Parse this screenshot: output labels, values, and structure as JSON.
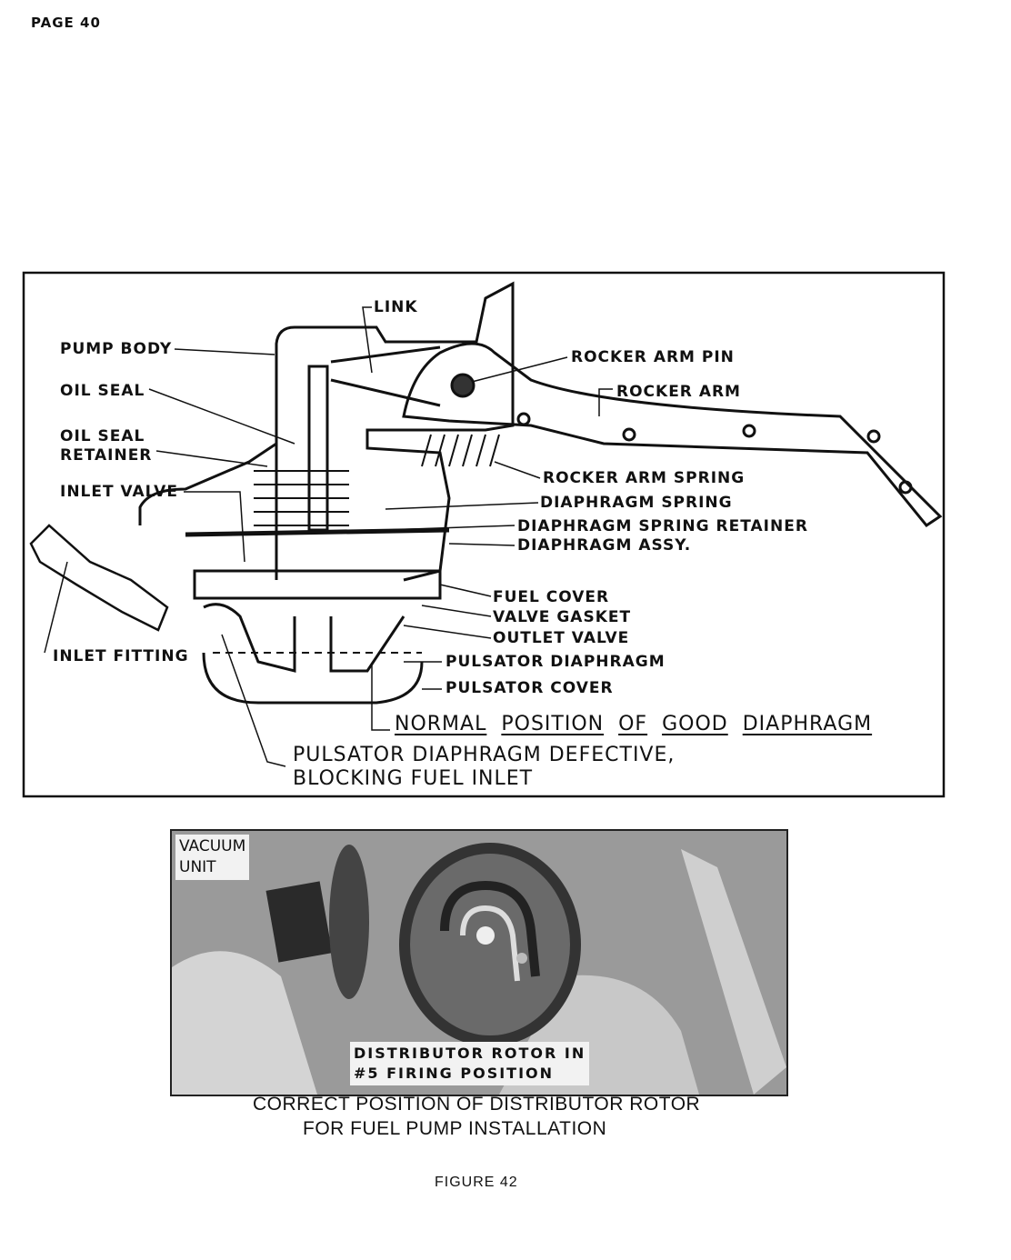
{
  "page": {
    "number_label": "PAGE 40",
    "figure_label": "FIGURE 42"
  },
  "diagram": {
    "labels": {
      "link": "LINK",
      "pump_body": "PUMP BODY",
      "oil_seal": "OIL SEAL",
      "oil_seal_retainer_1": "OIL SEAL",
      "oil_seal_retainer_2": "RETAINER",
      "inlet_valve": "INLET VALVE",
      "inlet_fitting": "INLET FITTING",
      "rocker_arm_pin": "ROCKER ARM PIN",
      "rocker_arm": "ROCKER ARM",
      "rocker_arm_spring": "ROCKER ARM SPRING",
      "diaphragm_spring": "DIAPHRAGM SPRING",
      "diaphragm_spring_retainer": "DIAPHRAGM SPRING RETAINER",
      "diaphragm_assy": "DIAPHRAGM ASSY.",
      "fuel_cover": "FUEL COVER",
      "valve_gasket": "VALVE GASKET",
      "outlet_valve": "OUTLET VALVE",
      "pulsator_diaphragm": "PULSATOR DIAPHRAGM",
      "pulsator_cover": "PULSATOR COVER"
    },
    "normal_position": [
      "NORMAL",
      "POSITION",
      "OF",
      "GOOD",
      "DIAPHRAGM"
    ],
    "defective_1": "PULSATOR DIAPHRAGM DEFECTIVE,",
    "defective_2": "BLOCKING FUEL INLET"
  },
  "photo": {
    "vacuum_1": "VACUUM",
    "vacuum_2": "UNIT",
    "rotor_1": "DISTRIBUTOR ROTOR IN",
    "rotor_2": "#5 FIRING POSITION",
    "caption_1": "CORRECT POSITION OF DISTRIBUTOR ROTOR",
    "caption_2": "FOR FUEL PUMP INSTALLATION"
  }
}
